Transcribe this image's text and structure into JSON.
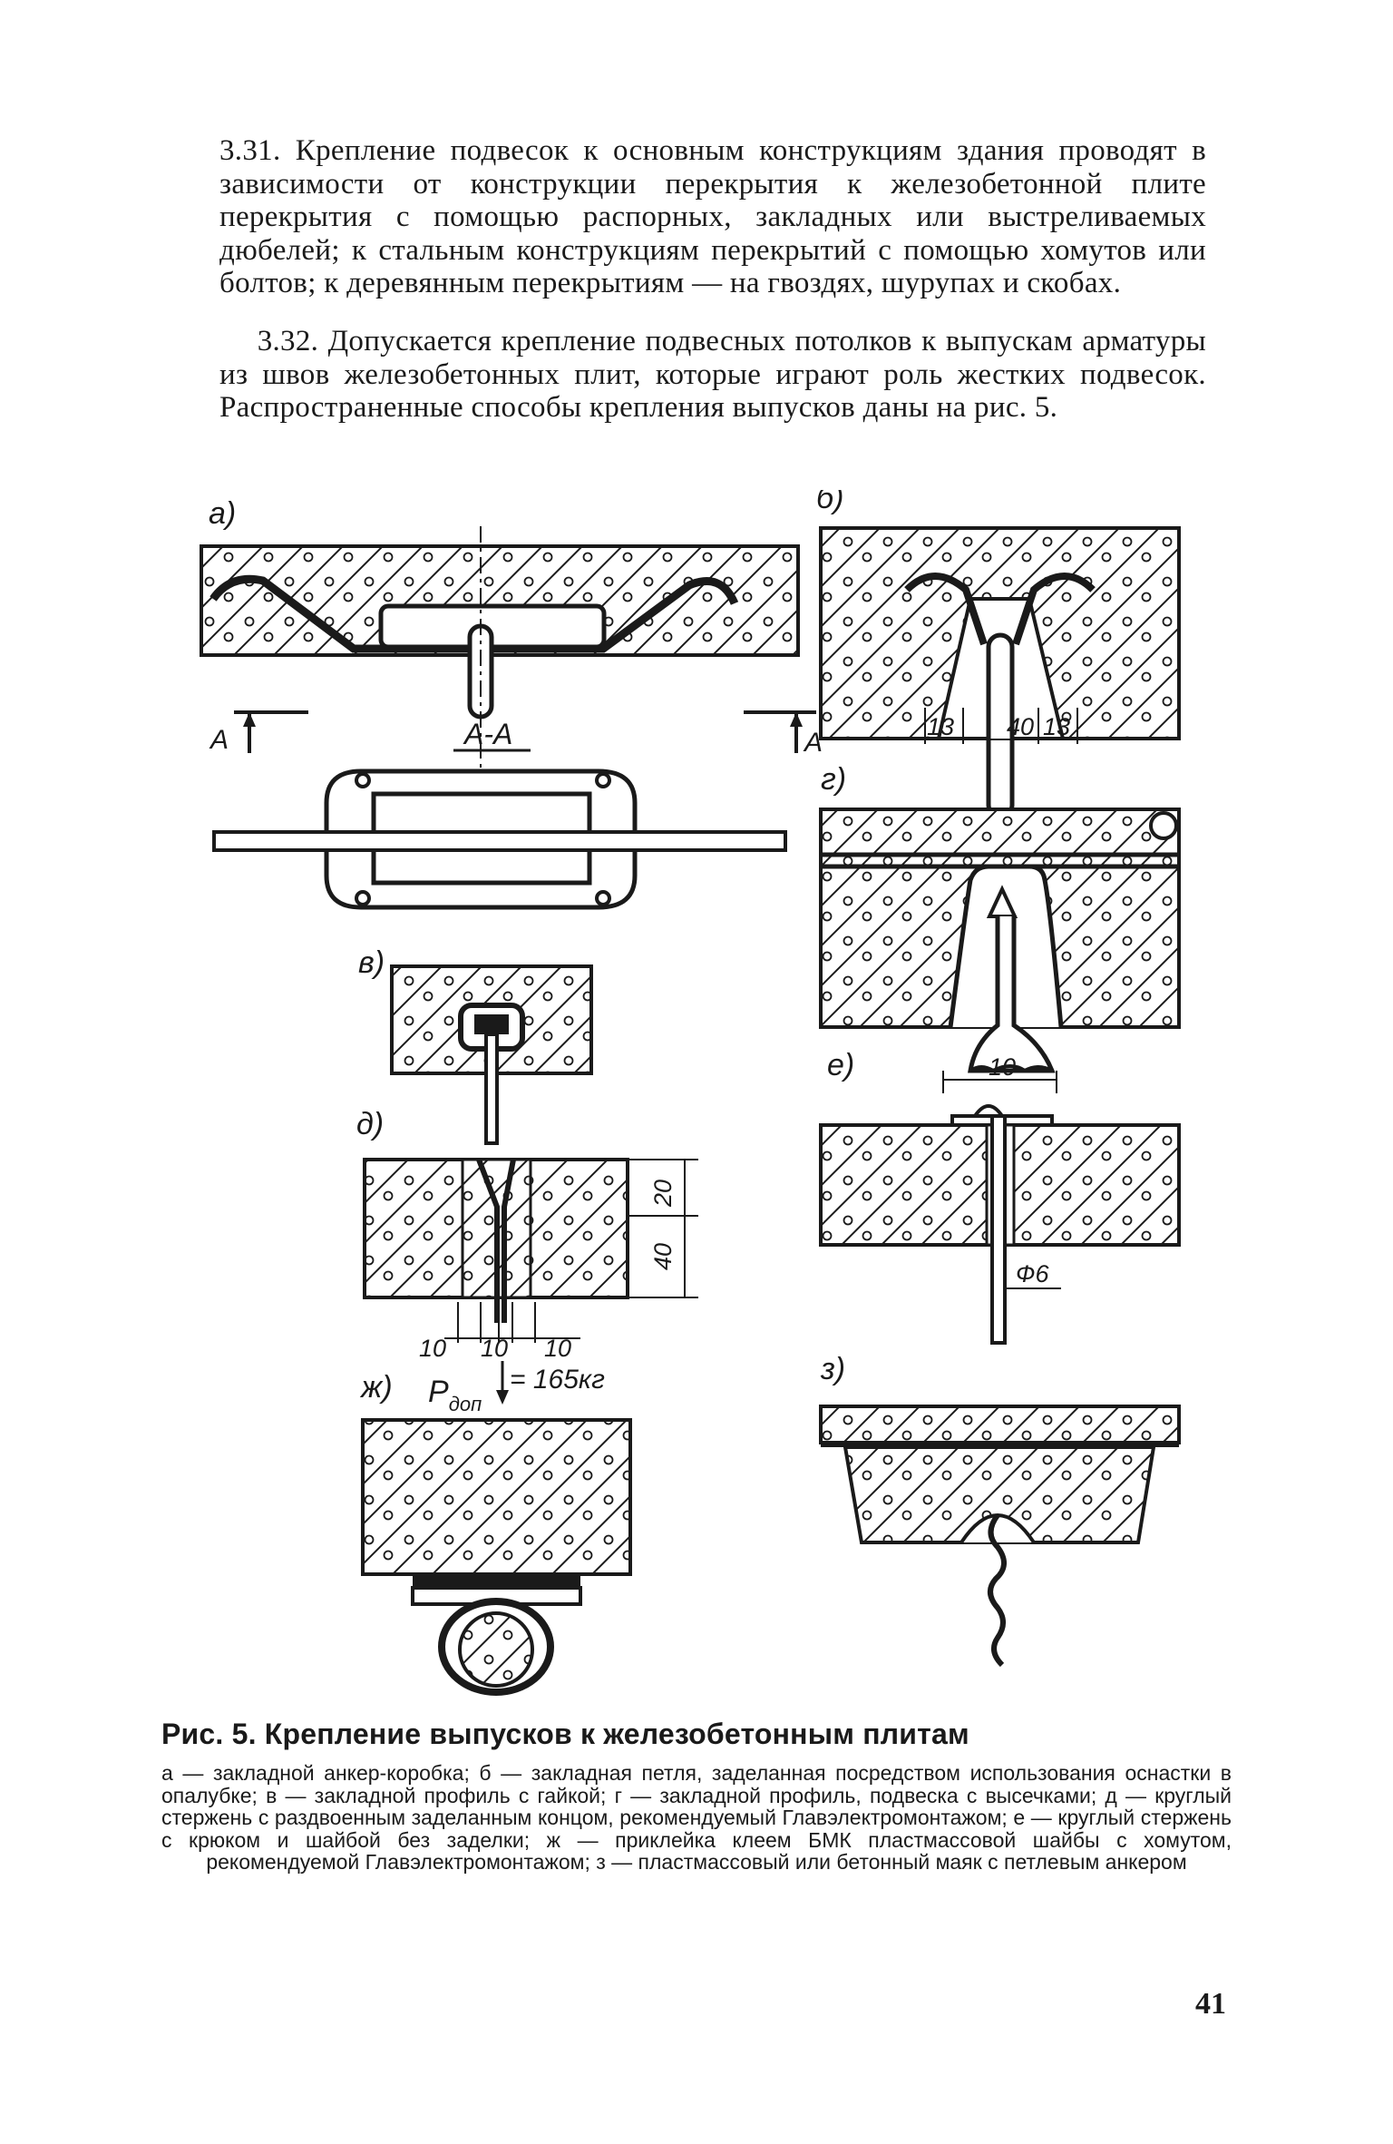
{
  "paragraphs": [
    {
      "number": "3.31.",
      "text": "Крепление подвесок к основным конструкциям здания проводят в зависимости от конструкции перекрытия к железобетонной плите перекрытия с помощью распорных, закладных или выстреливаемых дюбелей; к стальным конструкциям перекрытий с помощью хомутов или болтов; к деревянным перекрытиям — на гвоздях, шурупах и скобах."
    },
    {
      "number": "3.32.",
      "text": "Допускается крепление подвесных потолков к выпускам арматуры из швов железобетонных плит, которые играют роль жестких подвесок. Распространенные способы крепления выпусков даны на рис. 5."
    }
  ],
  "figure": {
    "labels": {
      "a": "а)",
      "b": "б)",
      "v": "в)",
      "g": "г)",
      "d": "д)",
      "e": "е)",
      "zh": "ж)",
      "z": "з)"
    },
    "section_label": "А-А",
    "section_marker_left": "А",
    "section_marker_right": "А",
    "dims_b": [
      "13",
      "40",
      "13"
    ],
    "dim_e": "10",
    "dim_e_diameter": "Ф6",
    "dims_d_vertical": [
      "20",
      "40"
    ],
    "dims_d_horizontal": [
      "10",
      "10",
      "10"
    ],
    "load_symbol": "P",
    "load_subscript": "доп",
    "load_value": "= 165кг"
  },
  "caption": {
    "title": "Рис. 5. Крепление выпусков к железобетонным плитам",
    "text": "а — закладной анкер-коробка; б — закладная петля, заделанная посредством использования оснастки в опалубке; в — закладной профиль с гайкой; г — закладной профиль, подвеска с высечками; д — круглый стержень с раздвоенным заделанным концом, рекомендуемый Главэлектромонтажом; е — круглый стержень с крюком и шайбой без заделки; ж — приклейка клеем БМК пластмассовой шайбы с хомутом, рекомендуемой Главэлектромонтажом; з — пластмассовый или бетонный маяк с петлевым анкером"
  },
  "page_number": "41",
  "colors": {
    "ink": "#1a1a1a",
    "paper": "#ffffff"
  }
}
